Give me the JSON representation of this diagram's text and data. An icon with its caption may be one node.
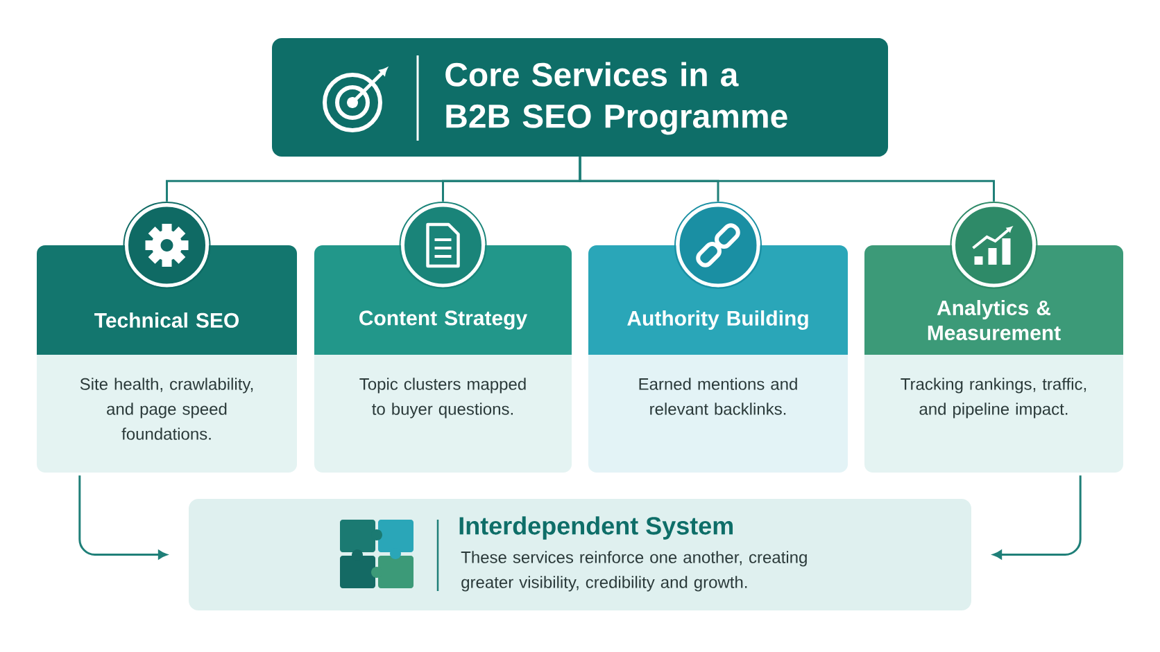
{
  "diagram": {
    "nodes": [
      {
        "text": [
          "Core Services in a B2B SEO Programme"
        ]
      },
      {
        "text": [
          "Technical SEO",
          "Site health, crawlability, and page speed foundations."
        ]
      },
      {
        "text": [
          "Content Strategy",
          "Topic clusters mapped to buyer questions."
        ]
      },
      {
        "text": [
          "Authority Building",
          "Earned mentions and relevant backlinks."
        ]
      },
      {
        "text": [
          "Analytics & Measurement",
          "Tracking rankings, traffic, and pipeline impact."
        ]
      },
      {
        "text": [
          "Interdependent System",
          "These services reinforce one another, creating greater visibility, credibility and growth."
        ]
      }
    ],
    "edges": [
      {
        "from": 0,
        "to": 1,
        "arrow": "none"
      },
      {
        "from": 0,
        "to": 2,
        "arrow": "none"
      },
      {
        "from": 0,
        "to": 3,
        "arrow": "none"
      },
      {
        "from": 0,
        "to": 4,
        "arrow": "none"
      },
      {
        "from": 1,
        "to": 5,
        "arrow": "to"
      },
      {
        "from": 4,
        "to": 5,
        "arrow": "to"
      }
    ]
  }
}
